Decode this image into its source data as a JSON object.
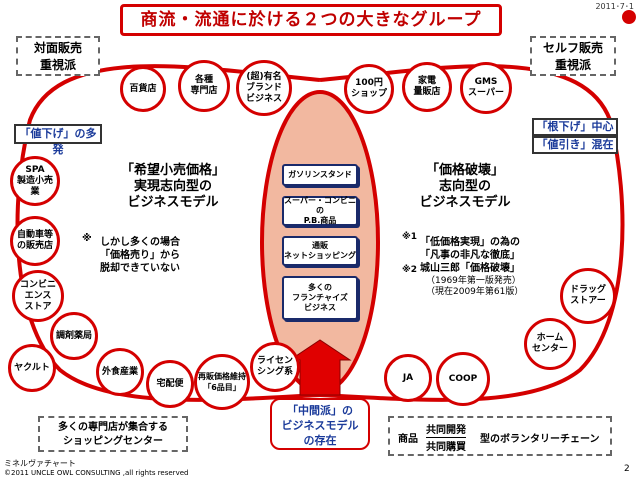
{
  "header": {
    "title": "商流・流通に於ける２つの大きなグループ",
    "date": "2011･7･1"
  },
  "colors": {
    "accent": "#d40000",
    "center_fill": "#f2b8a0",
    "navy": "#1a2a6a",
    "blue_text": "#1a3a9a"
  },
  "left_group": {
    "title": "対面販売\n重視派",
    "tag": "「値下げ」の多発",
    "heading": "「希望小売価格」\n実現志向型の\nビジネスモデル",
    "note_marker": "※",
    "note": "しかし多くの場合\n「価格売り」から\n脱却できていない",
    "bottom": "多くの専門店が集合する\nショッピングセンター"
  },
  "right_group": {
    "title": "セルフ販売\n重視派",
    "tag1": "「根下げ」中心",
    "tag2": "「値引き」混在",
    "heading": "「価格破壊」\n志向型の\nビジネスモデル",
    "marker1": "※1",
    "marker2": "※2",
    "note": "「低価格実現」の為の\n「凡事の非凡な徹底」\n城山三郎「価格破壊」",
    "note_small": "（1969年第一版発売）\n（現在2009年第61版）",
    "bottom_prefix": "商品",
    "bottom_top": "共同開発",
    "bottom_bottom": "共同購買",
    "bottom_suffix": "型のボランタリーチェーン"
  },
  "nodes": {
    "hyakkaten": "百貨店",
    "kakushu": "各種\n専門店",
    "brand": "(超)有名\nブランド\nビジネス",
    "shop100": "100円\nショップ",
    "kaden": "家電\n量販店",
    "gms": "GMS\nスーパー",
    "spa": "SPA\n製造小売業",
    "car": "自動車等\nの販売店",
    "conv": "コンビニ\nエンス\nストア",
    "chouzai": "調剤薬局",
    "yakult": "ヤクルト",
    "gaishoku": "外食産業",
    "takuhai": "宅配便",
    "saihan": "再販価格維持\n「6品目」",
    "license": "ライセン\nシング系",
    "drug": "ドラッグ\nストアー",
    "home": "ホーム\nセンター",
    "ja": "JA",
    "coop": "COOP"
  },
  "center": {
    "items": [
      "ガソリンスタンド",
      "スーパー・コンビニの\nP.B.商品",
      "通販\nネットショッピング",
      "多くの\nフランチャイズ\nビジネス"
    ],
    "label": "「中間派」の\nビジネスモデル\nの存在"
  },
  "footer": {
    "source": "ミネルヴァチャート",
    "copyright": "©2011 UNCLE OWL CONSULTING ,all rights reserved",
    "page": "2"
  }
}
